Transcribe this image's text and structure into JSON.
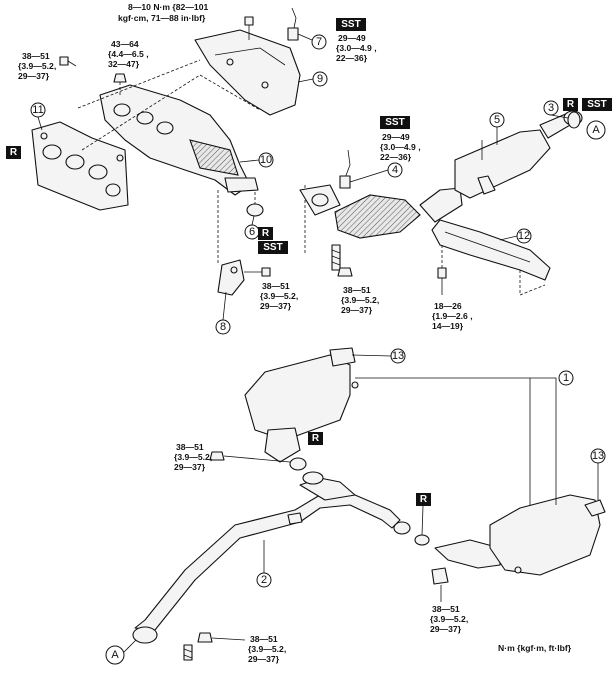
{
  "torques": {
    "t_top": [
      "8—10 N·m {82—101",
      "kgf·cm, 71—88 in·lbf}"
    ],
    "t_o7": [
      "29—49",
      "{3.0—4.9 ,",
      "22—36}"
    ],
    "t_left": [
      "38—51",
      "{3.9—5.2,",
      "29—37}"
    ],
    "t_stud": [
      "43—64",
      "{4.4—6.5 ,",
      "32—47}"
    ],
    "t_o4": [
      "29—49",
      "{3.0—4.9 ,",
      "22—36}"
    ],
    "t_o8": [
      "38—51",
      "{3.9—5.2,",
      "29—37}"
    ],
    "t_cat": [
      "38—51",
      "{3.9—5.2,",
      "29—37}"
    ],
    "t_o12": [
      "18—26",
      "{1.9—2.6 ,",
      "14—19}"
    ],
    "t_muf": [
      "38—51",
      "{3.9—5.2,",
      "29—37}"
    ],
    "t_rmuf": [
      "38—51",
      "{3.9—5.2,",
      "29—37}"
    ],
    "t_front": [
      "38—51",
      "{3.9—5.2,",
      "29—37}"
    ]
  },
  "badges": {
    "sst": "SST",
    "r": "R"
  },
  "callouts": {
    "c1": "1",
    "c2": "2",
    "c3": "3",
    "c4": "4",
    "c5": "5",
    "c6": "6",
    "c7": "7",
    "c8": "8",
    "c9": "9",
    "c10": "10",
    "c11": "11",
    "c12": "12",
    "c13a": "13",
    "c13b": "13",
    "ca_top": "A",
    "ca_bot": "A"
  },
  "unit_note": "N·m {kgf·m, ft·lbf}"
}
